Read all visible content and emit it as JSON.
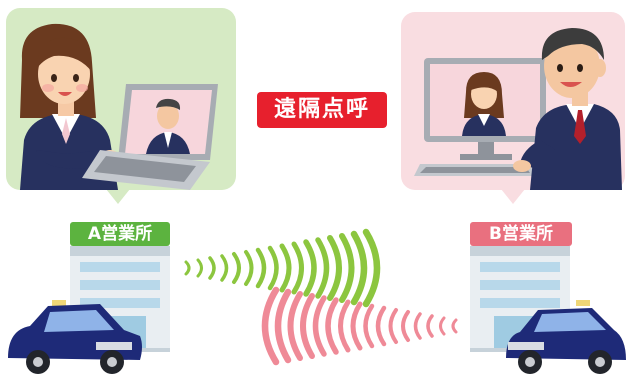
{
  "center_label": "遠隔点呼",
  "office_a": {
    "label": "A営業所"
  },
  "office_b": {
    "label": "B営業所"
  },
  "colors": {
    "green_bubble": "#d6eac4",
    "pink_bubble": "#f9dde1",
    "red_label": "#e7202d",
    "green_label": "#5cb33f",
    "pink_label": "#e9707f",
    "wave_green": "#8cc63f",
    "wave_pink": "#ef8a97"
  },
  "icons": [
    "woman-operator-icon",
    "laptop-icon",
    "man-operator-icon",
    "desktop-monitor-icon",
    "building-icon",
    "taxi-icon",
    "signal-wave-icon"
  ]
}
